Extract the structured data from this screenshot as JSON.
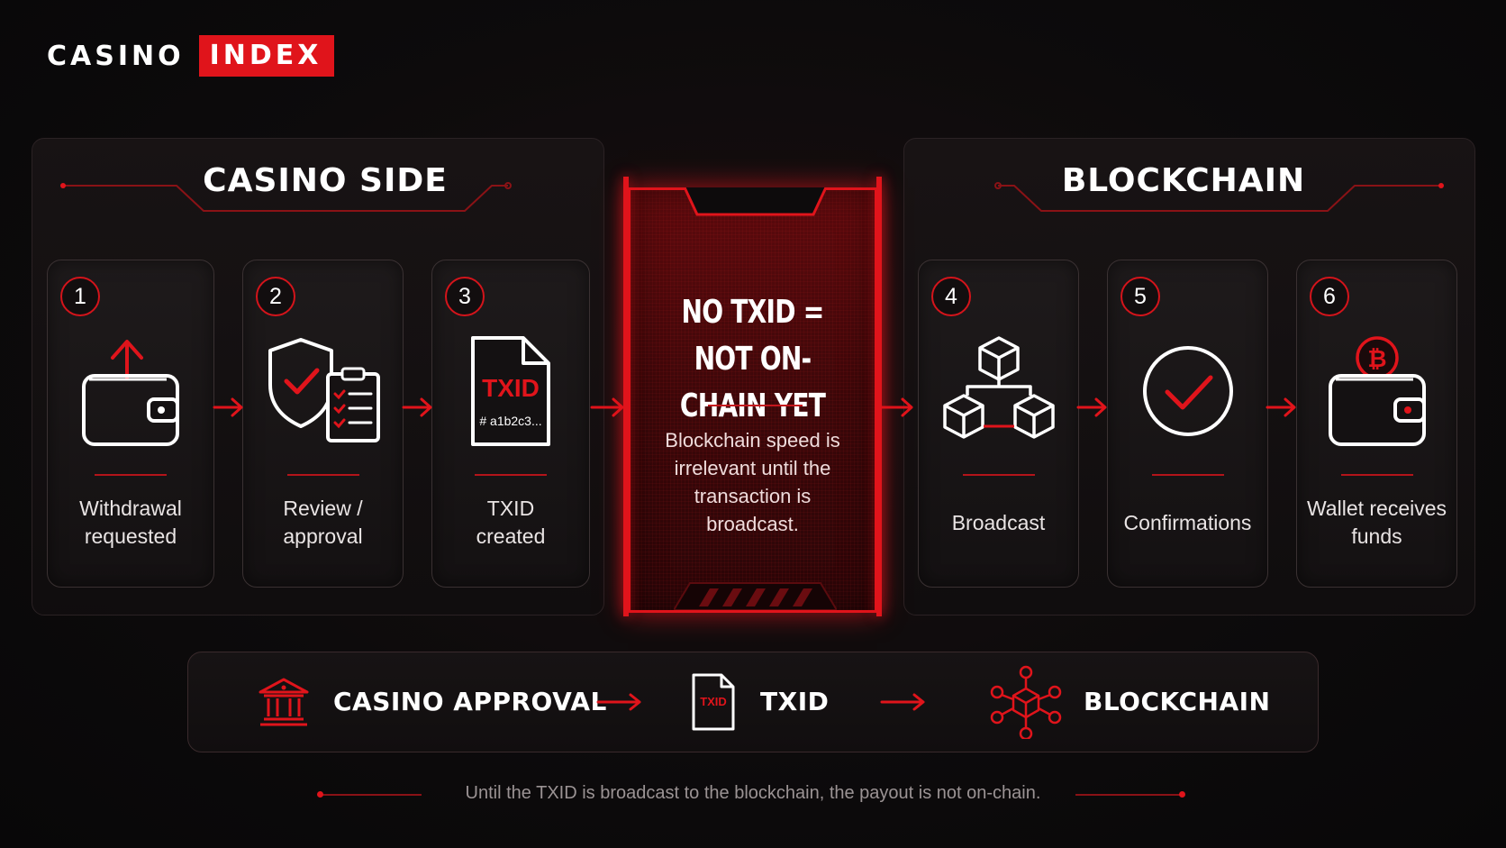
{
  "brand": {
    "part1": "CASINO",
    "part2": "INDEX"
  },
  "casino_side": {
    "title": "CASINO SIDE",
    "steps": [
      {
        "number": "1",
        "label": "Withdrawal\nrequested",
        "icon": "wallet-upload-icon"
      },
      {
        "number": "2",
        "label": "Review /\napproval",
        "icon": "shield-checklist-icon"
      },
      {
        "number": "3",
        "label": "TXID\ncreated",
        "icon": "txid-document-icon",
        "doc_title": "TXID",
        "doc_hash": "# a1b2c3..."
      }
    ]
  },
  "center": {
    "title": "NO TXID =\nNOT ON-CHAIN YET",
    "body": "Blockchain speed is\nirrelevant until the\ntransaction is\nbroadcast."
  },
  "blockchain": {
    "title": "BLOCKCHAIN",
    "steps": [
      {
        "number": "4",
        "label": "Broadcast",
        "icon": "blocks-network-icon"
      },
      {
        "number": "5",
        "label": "Confirmations",
        "icon": "check-circle-icon"
      },
      {
        "number": "6",
        "label": "Wallet receives\nfunds",
        "icon": "wallet-bitcoin-icon"
      }
    ]
  },
  "flow_bar": {
    "items": [
      {
        "label": "CASINO APPROVAL",
        "icon": "bank-icon"
      },
      {
        "label": "TXID",
        "icon": "txid-document-icon",
        "icon_text": "TXID"
      },
      {
        "label": "BLOCKCHAIN",
        "icon": "blockchain-cubes-icon"
      }
    ]
  },
  "footer": "Until the TXID is broadcast to the blockchain, the payout is not on-chain.",
  "colors": {
    "accent": "#e0141b",
    "background": "#0d0b0c",
    "text": "#ffffff",
    "muted": "#9b9394"
  }
}
